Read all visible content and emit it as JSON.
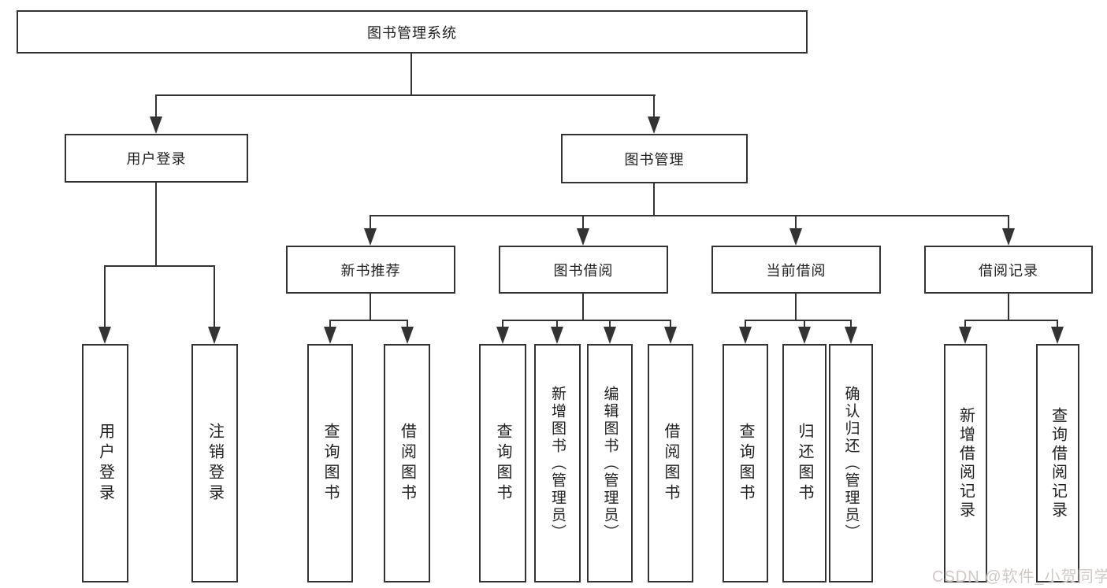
{
  "diagram": {
    "root": "图书管理系统",
    "level2": {
      "user_login": "用户登录",
      "book_management": "图书管理"
    },
    "level3": {
      "new_book_rec": "新书推荐",
      "book_borrow": "图书借阅",
      "current_borrow": "当前借阅",
      "borrow_records": "借阅记录"
    },
    "leaves": {
      "user_login": [
        "用户登录",
        "注销登录"
      ],
      "new_book_rec": [
        "查询图书",
        "借阅图书"
      ],
      "book_borrow": [
        "查询图书",
        "新增图书（管理员）",
        "编辑图书（管理员）",
        "借阅图书"
      ],
      "current_borrow": [
        "查询图书",
        "归还图书",
        "确认归还（管理员）"
      ],
      "borrow_records": [
        "新增借阅记录",
        "查询借阅记录"
      ]
    }
  },
  "watermark": "CSDN @软件_小贺同学",
  "colors": {
    "line": "#333333",
    "box_fill": "#ffffff",
    "text": "#1f1f1f",
    "watermark": "#cfc8c5"
  }
}
